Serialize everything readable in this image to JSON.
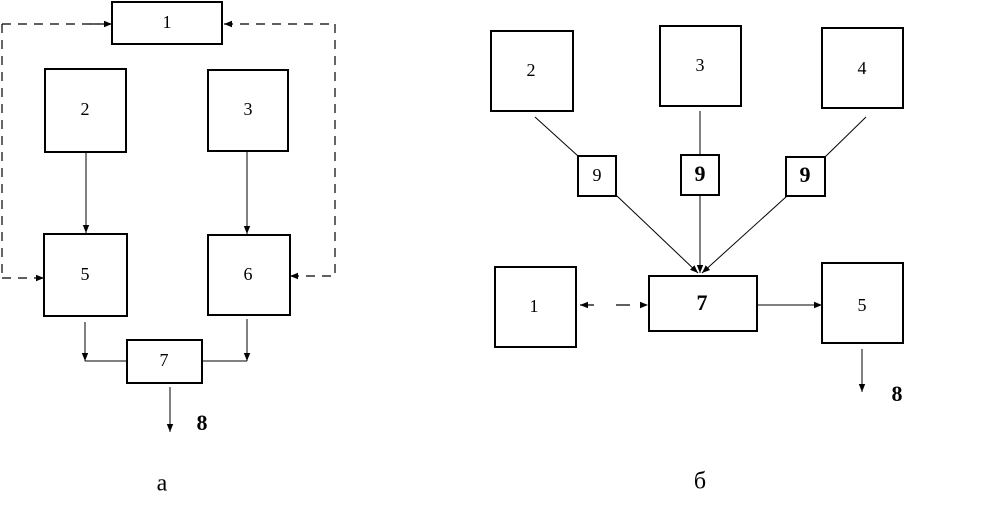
{
  "diagram_a": {
    "caption": "а",
    "blocks": {
      "b1": "1",
      "b2": "2",
      "b3": "3",
      "b5": "5",
      "b6": "6",
      "b7": "7"
    },
    "output_label": "8"
  },
  "diagram_b": {
    "caption": "б",
    "blocks": {
      "b1": "1",
      "b2": "2",
      "b3": "3",
      "b4": "4",
      "b5": "5",
      "b7": "7",
      "b9_left": "9",
      "b9_mid": "9",
      "b9_right": "9"
    },
    "output_label": "8"
  }
}
